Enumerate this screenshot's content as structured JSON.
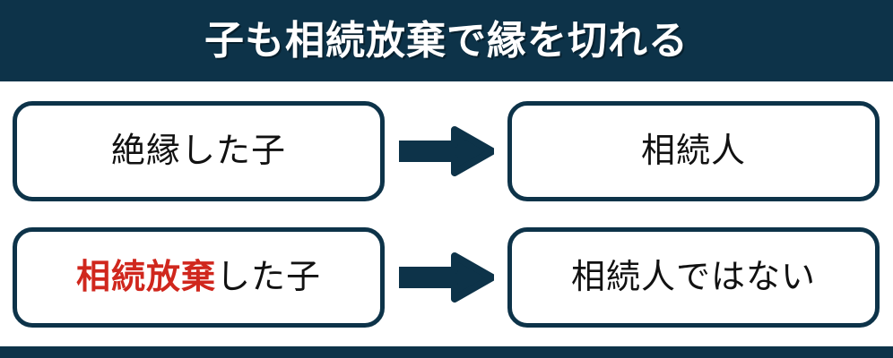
{
  "header": {
    "title": "子も相続放棄で縁を切れる",
    "background_color": "#0d3349",
    "text_color": "#ffffff"
  },
  "theme": {
    "navy": "#0d3349",
    "red_accent": "#d0271d",
    "text_black": "#111111",
    "background": "#ffffff"
  },
  "diagram": {
    "rows": [
      {
        "source_label": "絶縁した子",
        "source_emphasis": "",
        "source_rest": "絶縁した子",
        "arrow": "right-arrow",
        "target_label": "相続人"
      },
      {
        "source_label": "相続放棄した子",
        "source_emphasis": "相続放棄",
        "source_rest": "した子",
        "arrow": "right-arrow",
        "target_label": "相続人ではない"
      }
    ]
  },
  "footer": {
    "background_color": "#0d3349"
  }
}
